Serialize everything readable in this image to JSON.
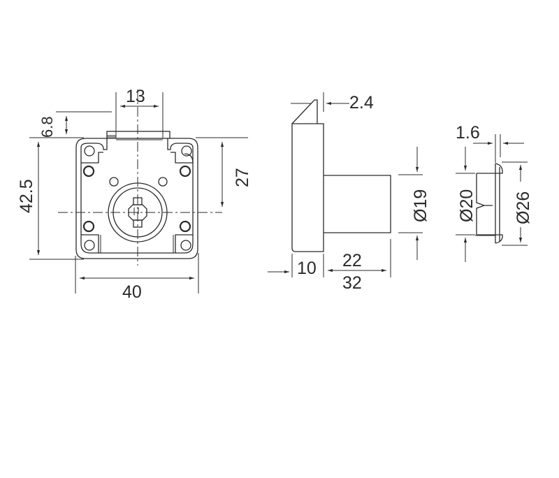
{
  "drawing": {
    "subject": "Cam lock technical drawing",
    "views": {
      "front": {
        "dimensions": {
          "bolt_width": "13",
          "bolt_projection": "6.8",
          "overall_height": "42.5",
          "center_height": "27",
          "overall_width": "40"
        }
      },
      "side": {
        "dimensions": {
          "bolt_tip": "2.4",
          "cylinder_diameter": "Ø19",
          "body_depth": "10",
          "cylinder_length": "22",
          "total_length": "32"
        }
      },
      "escutcheon": {
        "dimensions": {
          "thickness": "1.6",
          "inner_diameter": "Ø20",
          "outer_diameter": "Ø26"
        }
      }
    },
    "colors": {
      "line": "#2a2a2a",
      "background": "#ffffff"
    }
  }
}
